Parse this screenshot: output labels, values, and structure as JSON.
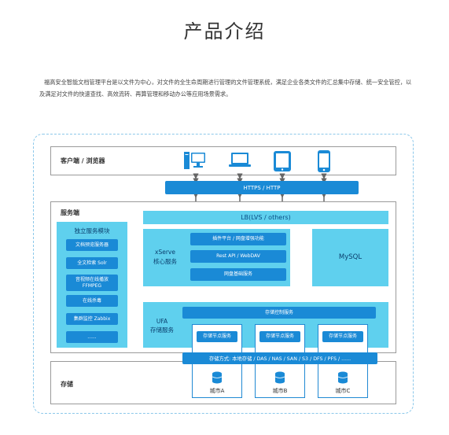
{
  "page": {
    "title": "产品介绍",
    "intro": "福高安全智能文档管理平台是以文件为中心，对文件的全生命周期进行管理的文件管理系统，满足企业各类文件的汇总集中存储、统一安全管控，以及满足对文件的快速查找、高效流转、再算管理和移动办公等应用场景需求。"
  },
  "diagram": {
    "client": {
      "label": "客户端 / 浏览器",
      "icons": [
        "desktop-icon",
        "laptop-icon",
        "tablet-icon",
        "phone-icon"
      ]
    },
    "https_bar": "HTTPS / HTTP",
    "server": {
      "label": "服务端",
      "lb": "LB(LVS / others)",
      "standalone": {
        "title": "独立服务模块",
        "items": [
          "文档预览服务器",
          "全文检索 Solr",
          "音视频在线播放 FFMPEG",
          "在线杀毒",
          "集群监控 Zabbix",
          "......"
        ]
      },
      "xserve": {
        "name": "xServe",
        "subtitle": "核心服务",
        "items": [
          "插件平台 / 网盘增强功能",
          "Rest API / WebDAV",
          "网盘基础服务"
        ]
      },
      "mysql": "MySQL",
      "ufa": {
        "name": "UFA",
        "subtitle": "存储服务",
        "control": "存储控制服务",
        "nodes": [
          "存储节点服务",
          "存储节点服务",
          "存储节点服务"
        ]
      }
    },
    "storage_methods": "存储方式: 本地存储 / DAS / NAS / SAN / S3 / DFS / PFS / ......",
    "storage": {
      "label": "存储",
      "cities": [
        "城市A",
        "城市B",
        "城市C"
      ]
    },
    "colors": {
      "dark_blue": "#1a8ad6",
      "cyan": "#5fd0ee",
      "frame": "#8cc8ea"
    }
  }
}
